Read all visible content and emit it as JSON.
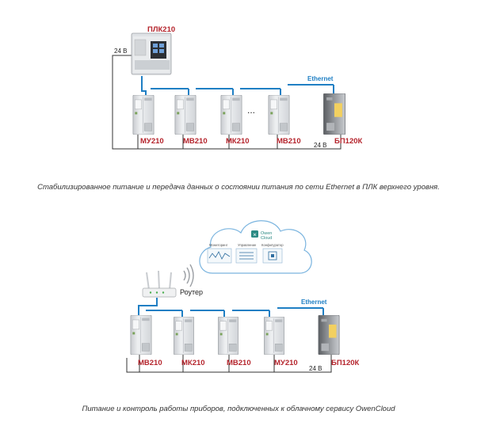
{
  "diagram1": {
    "plc_label": "ПЛК210",
    "voltage_left": "24 В",
    "voltage_right": "24 В",
    "ethernet_label": "Ethernet",
    "ellipsis": "...",
    "modules": [
      "МУ210",
      "МВ210",
      "МК210",
      "МВ210"
    ],
    "psu_label": "БП120К",
    "caption": "Стабилизированное питание и передача данных о состоянии питания по сети Ethernet в ПЛК верхнего уровня."
  },
  "diagram2": {
    "cloud_brand_line1": "Owen",
    "cloud_brand_line2": "Cloud",
    "cloud_cards": [
      "Мониторинг",
      "Управление",
      "Конфигуратор"
    ],
    "router_label": "Роутер",
    "ethernet_label": "Ethernet",
    "voltage": "24 В",
    "modules": [
      "МВ210",
      "МК210",
      "МВ210",
      "МУ210"
    ],
    "psu_label": "БП120К",
    "caption": "Питание и контроль работы приборов, подключенных к облачному сервису OwenCloud"
  },
  "colors": {
    "ethernet_line": "#1f7fc4",
    "power_line": "#333333",
    "label_red": "#b5252d",
    "device_body": "#e3e5e7"
  },
  "icons": [
    "cloud-icon",
    "router-icon",
    "wifi-signal-icon",
    "plc-device-icon",
    "io-module-icon",
    "power-supply-icon"
  ]
}
